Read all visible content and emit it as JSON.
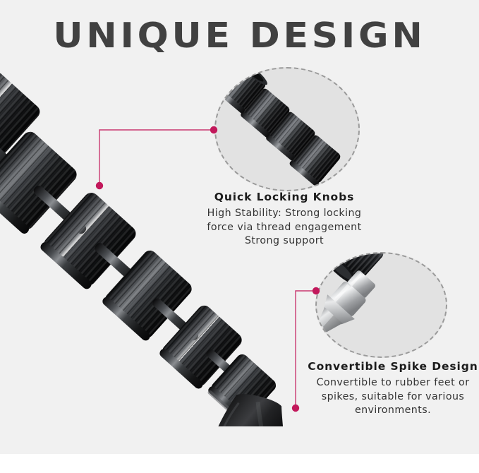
{
  "page": {
    "title": "UNIQUE DESIGN",
    "background_color": "#f1f1f1",
    "bottom_strip_color": "#ffffff",
    "title_color": "#414141",
    "accent_color": "#c2185b",
    "circle_fill_color": "#e2e2e2",
    "circle_dash_color": "#9a9a9a"
  },
  "product": {
    "name": "tripod-leg",
    "description": "Black ribbed twist-lock tripod leg shown diagonally with rubber foot",
    "segment_count": 6,
    "colors": {
      "body": "#17181a",
      "rib_highlight": "#6f7276",
      "foot": "#121213",
      "spike_metal": "#d8d9db"
    }
  },
  "callouts": [
    {
      "id": "quick-locking-knobs",
      "heading": "Quick Locking Knobs",
      "body_lines": [
        "High Stability:  Strong locking",
        "force via thread engagement",
        "Strong support"
      ],
      "zoom_subject": "knurled twist-lock knobs"
    },
    {
      "id": "convertible-spike-design",
      "heading": "Convertible Spike Design",
      "body_lines": [
        "Convertible to rubber feet or",
        "spikes, suitable for various",
        "environments."
      ],
      "zoom_subject": "metal spike foot"
    }
  ]
}
